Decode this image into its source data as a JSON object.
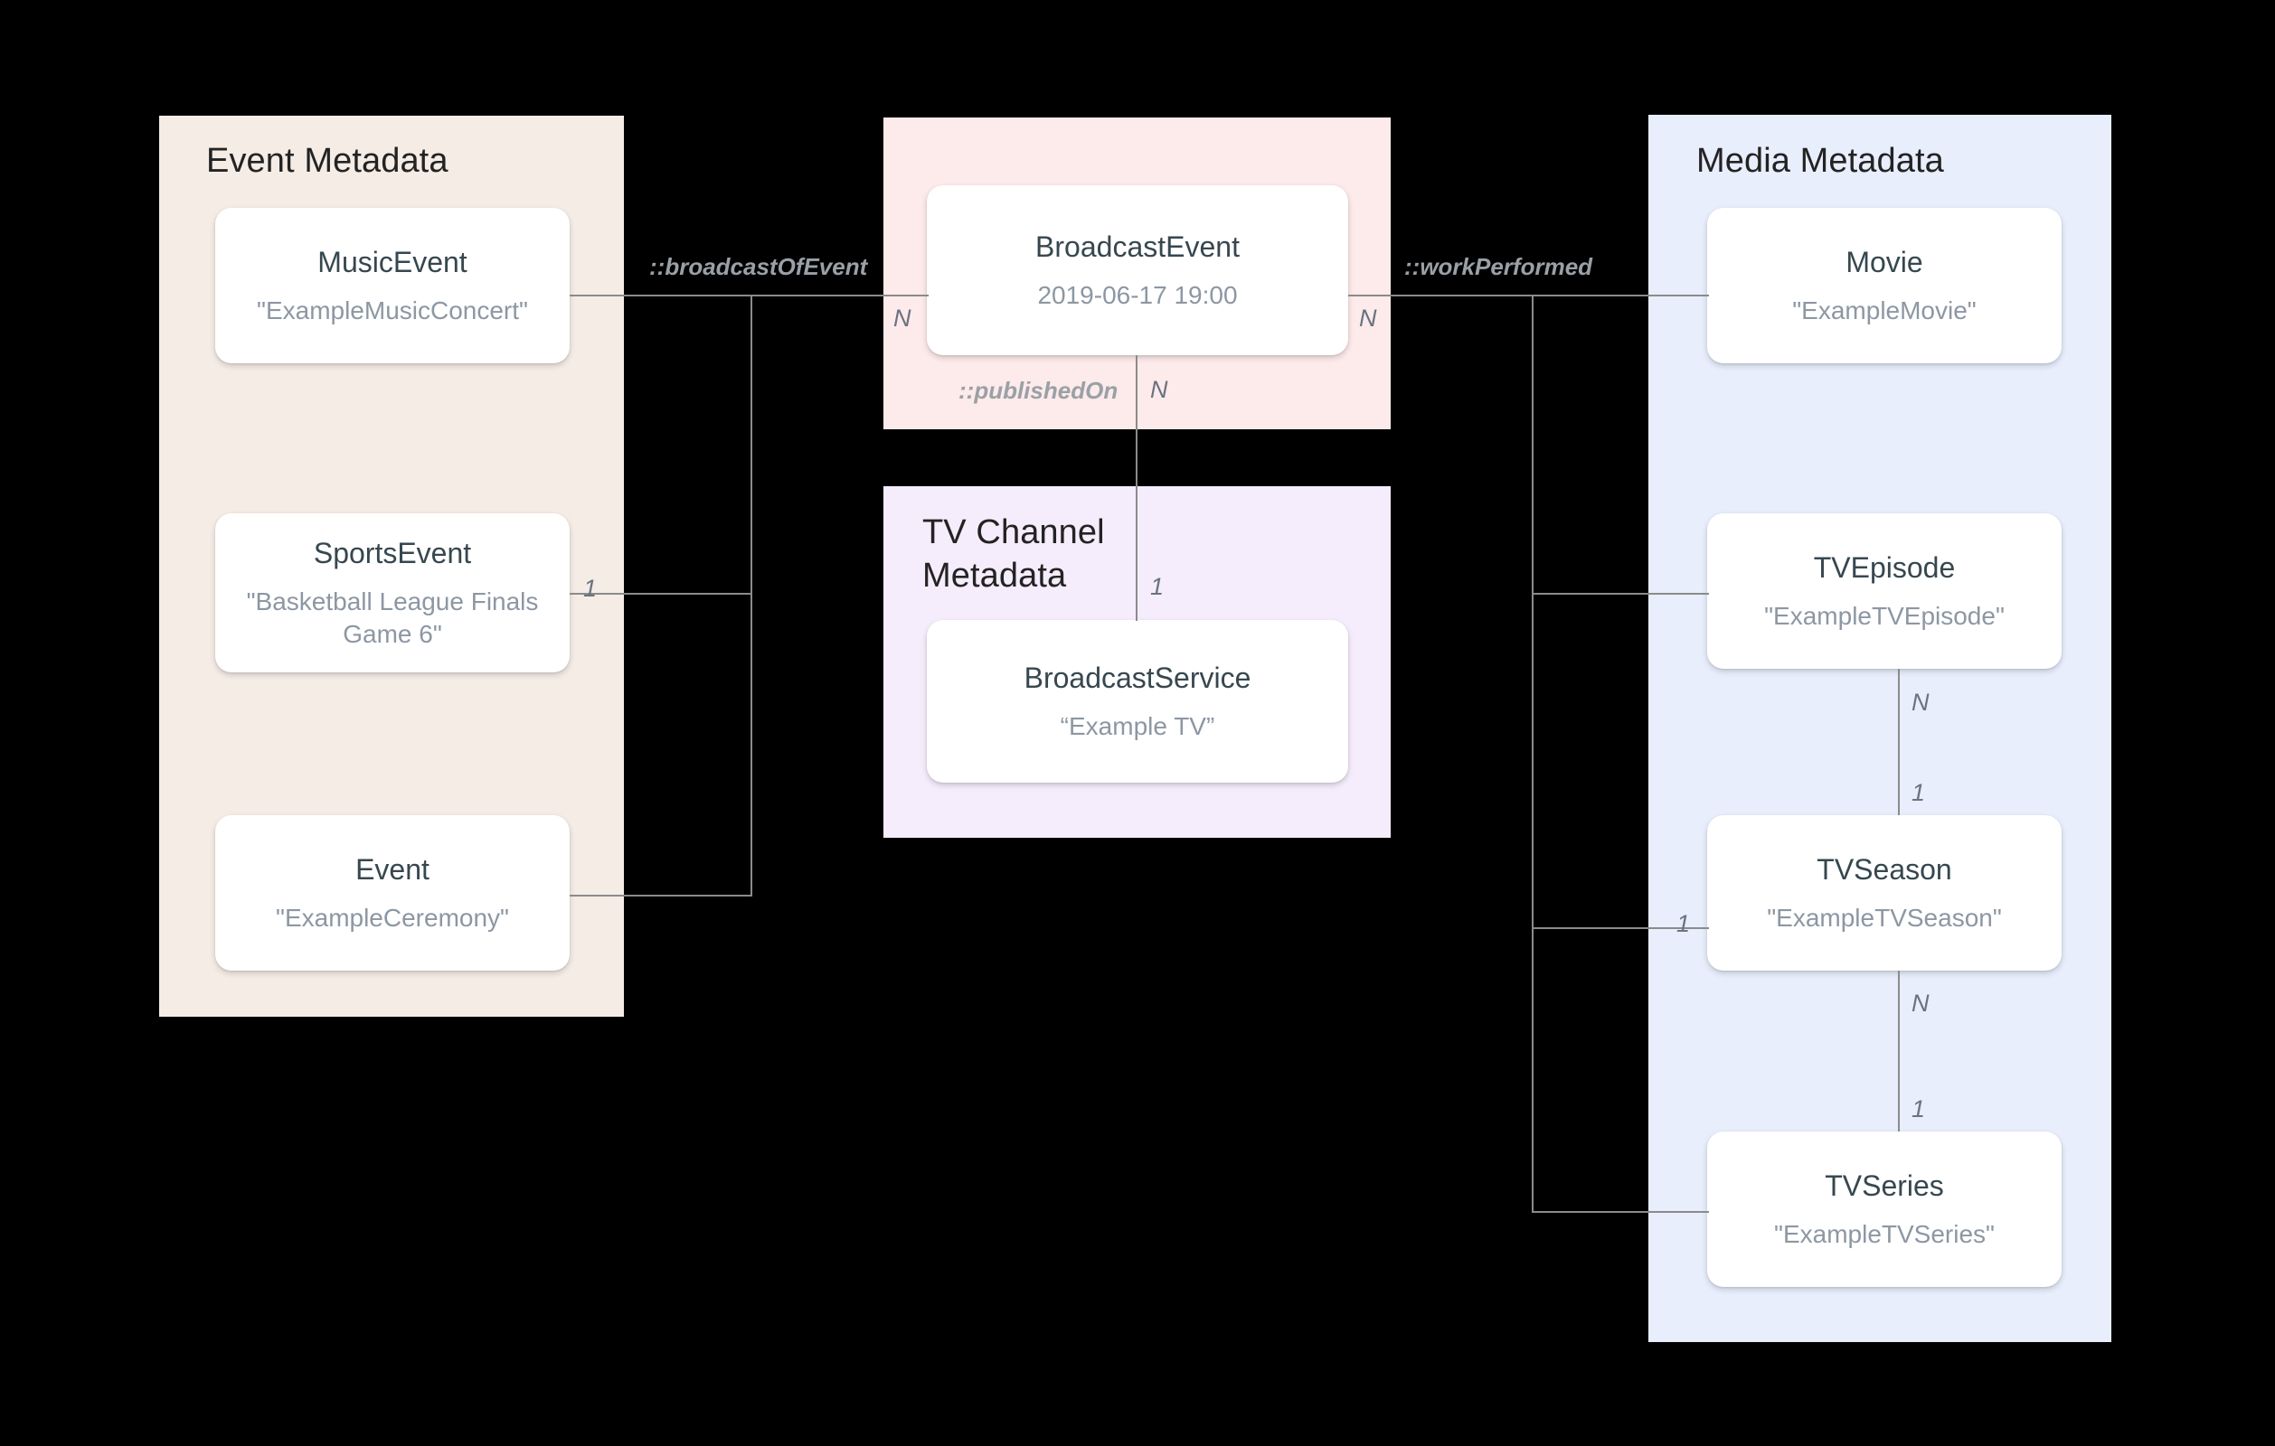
{
  "diagram": {
    "title": "Broadcast / Media metadata entity-relationship diagram",
    "colors": {
      "event_group": "#f5ece6",
      "broadcast_group": "#fdeaea",
      "tv_channel_group": "#f5edfb",
      "media_group": "#e8eefc",
      "card_bg": "#ffffff",
      "card_title": "#37474f",
      "card_subtitle": "#8d97a3",
      "connector": "#8b8b8b",
      "relation_label": "#9aa0a6",
      "cardinality_label": "#6b7280",
      "background": "#000000"
    }
  },
  "groups": {
    "event": {
      "title": "Event Metadata",
      "entities": [
        {
          "type": "MusicEvent",
          "name": "\"ExampleMusicConcert\""
        },
        {
          "type": "SportsEvent",
          "name": "\"Basketball League Finals Game 6\""
        },
        {
          "type": "Event",
          "name": "\"ExampleCeremony\""
        }
      ]
    },
    "broadcast": {
      "title": "",
      "entities": [
        {
          "type": "BroadcastEvent",
          "name": "2019-06-17 19:00"
        }
      ]
    },
    "tv_channel": {
      "title": "TV Channel\nMetadata",
      "entities": [
        {
          "type": "BroadcastService",
          "name": "“Example TV”"
        }
      ]
    },
    "media": {
      "title": "Media Metadata",
      "entities": [
        {
          "type": "Movie",
          "name": "\"ExampleMovie\""
        },
        {
          "type": "TVEpisode",
          "name": "\"ExampleTVEpisode\""
        },
        {
          "type": "TVSeason",
          "name": "\"ExampleTVSeason\""
        },
        {
          "type": "TVSeries",
          "name": "\"ExampleTVSeries\""
        }
      ]
    }
  },
  "relations": {
    "broadcast_of_event": {
      "label": "::broadcastOfEvent",
      "source_cardinality": "1",
      "target_cardinality": "N"
    },
    "published_on": {
      "label": "::publishedOn",
      "source_cardinality": "N",
      "target_cardinality": "1"
    },
    "work_performed": {
      "label": "::workPerformed",
      "source_cardinality": "N",
      "target_cardinality": "1"
    },
    "episode_to_season": {
      "label": "",
      "source_cardinality": "N",
      "target_cardinality": "1"
    },
    "season_to_series": {
      "label": "",
      "source_cardinality": "N",
      "target_cardinality": "1"
    }
  },
  "cardinality_marks": {
    "sports_event_left": "1",
    "broadcast_event_left": "N",
    "broadcast_event_right": "N",
    "broadcast_event_bottom": "N",
    "broadcast_service_top": "1",
    "tv_episode_n": "N",
    "tv_season_top_1": "1",
    "tv_season_left_1": "1",
    "tv_season_n": "N",
    "tv_series_top_1": "1"
  }
}
